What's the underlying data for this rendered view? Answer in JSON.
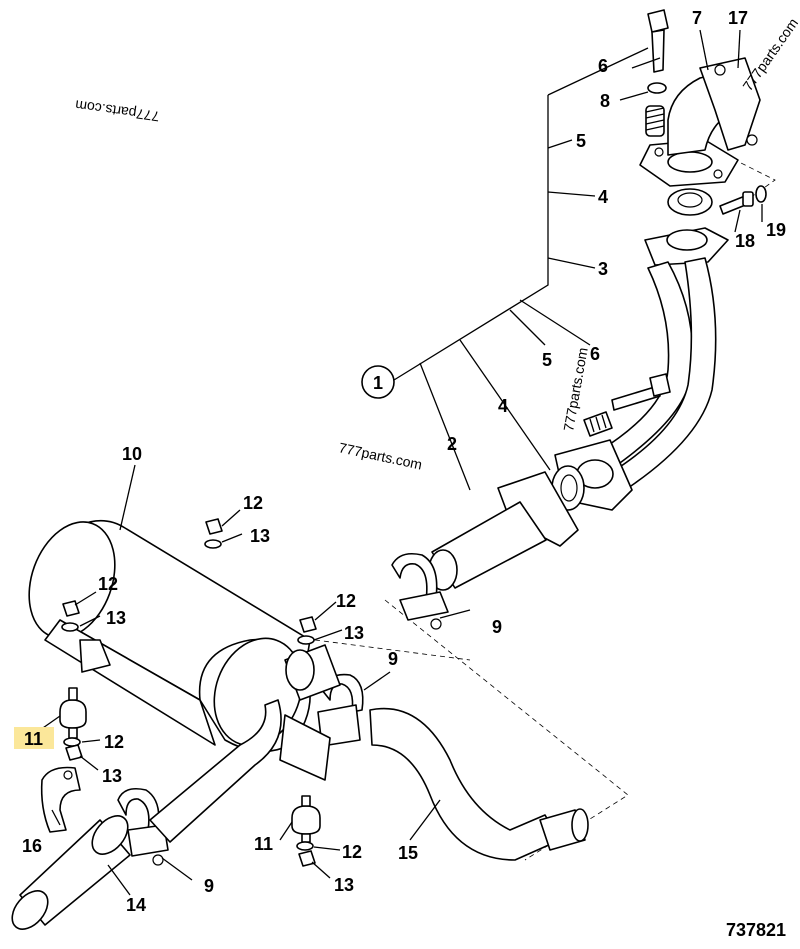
{
  "diagram": {
    "drawing_number": "737821",
    "watermarks": [
      "777parts.com",
      "777parts.com",
      "777parts.com",
      "777parts.com"
    ],
    "group_callout": "1",
    "highlighted_callout": "11",
    "callouts": {
      "c2": "2",
      "c3": "3",
      "c4a": "4",
      "c4b": "4",
      "c5a": "5",
      "c5b": "5",
      "c6a": "6",
      "c6b": "6",
      "c7": "7",
      "c8": "8",
      "c9a": "9",
      "c9b": "9",
      "c9c": "9",
      "c10": "10",
      "c11b": "11",
      "c12a": "12",
      "c12b": "12",
      "c12c": "12",
      "c12d": "12",
      "c12e": "12",
      "c13a": "13",
      "c13b": "13",
      "c13c": "13",
      "c13d": "13",
      "c13e": "13",
      "c14": "14",
      "c15": "15",
      "c16": "16",
      "c17": "17",
      "c18": "18",
      "c19": "19"
    }
  }
}
